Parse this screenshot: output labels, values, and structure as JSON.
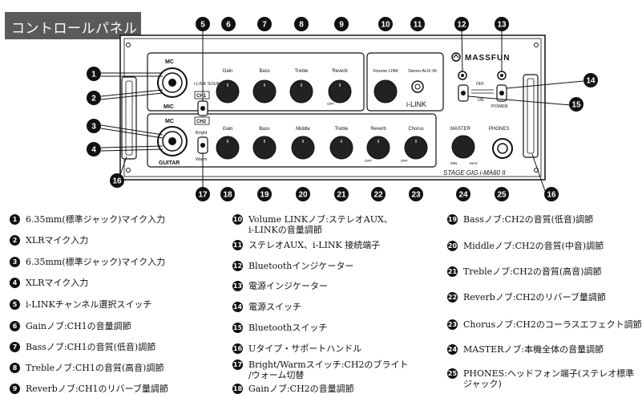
{
  "title": "コントロールパネル",
  "brand": "MASSFUN",
  "model": "STAGE GIG i-MA60 II",
  "colors": {
    "panel_bg": "#ffffff",
    "line": "#111111",
    "title_bg": "#5a5a5a"
  },
  "panel": {
    "ch1_mic_label": "MC",
    "ch1_bottom_label": "MIC",
    "ch2_mic_label": "MC",
    "ch2_bottom_label": "GUITAR",
    "ilink_source_label": "i-LINK SOURCE",
    "ch1_label": "CH1",
    "ch2_label": "CH2",
    "bright_label": "Bright",
    "warm_label": "Warm",
    "ch1_knobs": [
      "Gain",
      "Bass",
      "Treble",
      "Reverb"
    ],
    "ch1_reverb_off": "OFF",
    "volume_link_label": "Volume LINK",
    "stereo_aux_label": "Stereo AUX IN",
    "ilink_label": "i-LINK",
    "ch2_knobs": [
      "Gain",
      "Bass",
      "Middle",
      "Treble",
      "Reverb",
      "Chorus"
    ],
    "ch2_reverb_off": "OFF",
    "ch2_chorus_off": "OFF",
    "master_label": "MASTER",
    "master_min": "MIN",
    "master_max": "MAX",
    "phones_label": "PHONES",
    "off_label": "OFF",
    "on_label": "ON",
    "power_label": "POWER"
  },
  "callouts": [
    "1",
    "2",
    "3",
    "4",
    "5",
    "6",
    "7",
    "8",
    "9",
    "10",
    "11",
    "12",
    "13",
    "14",
    "15",
    "16",
    "17",
    "18",
    "19",
    "20",
    "21",
    "22",
    "23",
    "24",
    "25"
  ],
  "legend": {
    "col1": [
      {
        "num": "1",
        "text": "6.35mm(標準ジャック)マイク入力"
      },
      {
        "num": "2",
        "text": "XLRマイク入力"
      },
      {
        "num": "3",
        "text": "6.35mm(標準ジャック)マイク入力"
      },
      {
        "num": "4",
        "text": "XLRマイク入力"
      },
      {
        "num": "5",
        "text": "i-LINKチャンネル選択スイッチ"
      },
      {
        "num": "6",
        "text": "Gainノブ:CH1の音量調節"
      },
      {
        "num": "7",
        "text": "Bassノブ:CH1の音質(低音)調節"
      },
      {
        "num": "8",
        "text": "Trebleノブ:CH1の音質(高音)調節"
      },
      {
        "num": "9",
        "text": "Reverbノブ:CH1のリバーブ量調節"
      }
    ],
    "col2": [
      {
        "num": "10",
        "text": "Volume LINKノブ:ステレオAUX、",
        "text2": "i-LINKの音量調節"
      },
      {
        "num": "11",
        "text": "ステレオAUX、i-LINK 接続端子"
      },
      {
        "num": "12",
        "text": "Bluetoothインジケーター"
      },
      {
        "num": "13",
        "text": "電源インジケーター"
      },
      {
        "num": "14",
        "text": "電源スイッチ"
      },
      {
        "num": "15",
        "text": "Bluetoothスイッチ"
      },
      {
        "num": "16",
        "text": "Uタイプ・サポートハンドル"
      },
      {
        "num": "17",
        "text": "Bright/Warmスイッチ:CH2のブライト",
        "text2": "/ウォーム切替"
      },
      {
        "num": "18",
        "text": "Gainノブ:CH2の音量調節"
      }
    ],
    "col3": [
      {
        "num": "19",
        "text": "Bassノブ:CH2の音質(低音)調節"
      },
      {
        "num": "20",
        "text": "Middleノブ:CH2の音質(中音)調節"
      },
      {
        "num": "21",
        "text": "Trebleノブ:CH2の音質(高音)調節"
      },
      {
        "num": "22",
        "text": "Reverbノブ:CH2のリバーブ量調節"
      },
      {
        "num": "23",
        "text": "Chorusノブ:CH2のコーラスエフェクト調節"
      },
      {
        "num": "24",
        "text": "MASTERノブ:本機全体の音量調節"
      },
      {
        "num": "25",
        "text": "PHONES:ヘッドフォン端子(ステレオ標準",
        "text2": "ジャック)"
      }
    ]
  }
}
